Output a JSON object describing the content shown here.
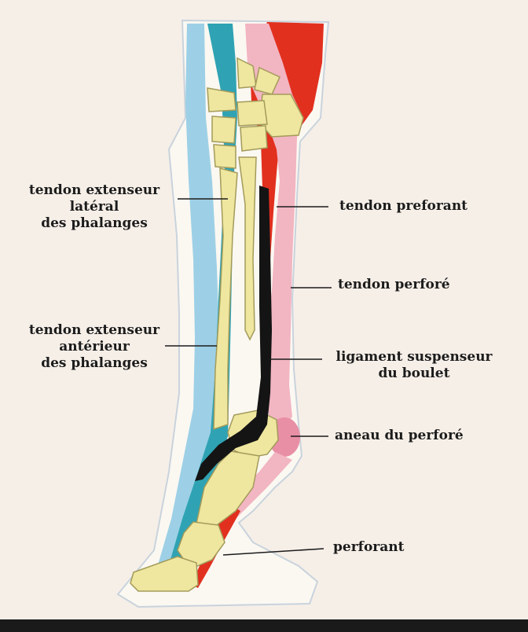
{
  "colors": {
    "background": "#f6efe8",
    "frame": "#1a1a1a",
    "skin_outline": "#cfd6dd",
    "bone": "#efe7a0",
    "bone_outline": "#a39b5a",
    "extensor_teal": "#2fa3b3",
    "extensor_blue": "#9dd0e6",
    "deep_flexor_red": "#e2301f",
    "superficial_flexor_pink": "#f2b5c2",
    "suspensory_black": "#141414",
    "annular_ring": "#e88fa6",
    "leader_line": "#1c1c1c"
  },
  "labels": {
    "lateral_extensor": [
      "tendon extenseur",
      "latéral",
      "des phalanges"
    ],
    "anterior_extensor": [
      "tendon extenseur",
      "antérieur",
      "des phalanges"
    ],
    "deep_flexor": "tendon preforant",
    "superficial_flexor": "tendon perforé",
    "suspensory": [
      "ligament suspenseur",
      "du boulet"
    ],
    "annular": "aneau du perforé",
    "perforant": "perforant"
  }
}
